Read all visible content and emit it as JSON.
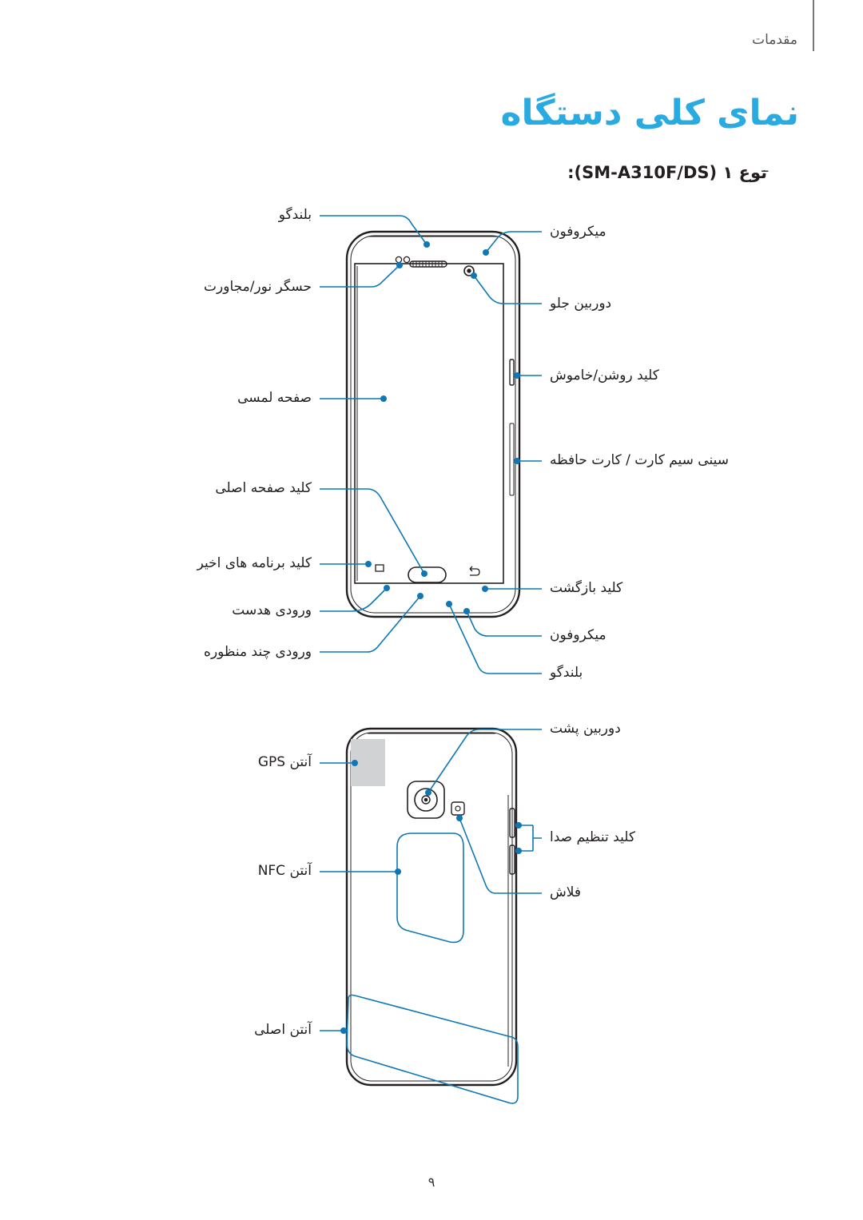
{
  "header": {
    "section": "مقدمات"
  },
  "page_title": "نمای کلی دستگاه",
  "model_heading": "نوع ۱ (SM-A310F/DS):",
  "model_dash": "–",
  "front_labels_left": [
    "بلندگو",
    "حسگر نور/مجاورت",
    "صفحه لمسی",
    "کلید صفحه اصلی",
    "کلید برنامه های اخیر",
    "ورودی هدست",
    "ورودی چند منظوره"
  ],
  "front_labels_right": [
    "میکروفون",
    "دوربین جلو",
    "کلید روشن/خاموش",
    "سینی سیم کارت / کارت حافظه",
    "کلید بازگشت",
    "میکروفون",
    "بلندگو"
  ],
  "back_labels_left": [
    "آنتن GPS",
    "آنتن NFC",
    "آنتن اصلی"
  ],
  "back_labels_right": [
    "دوربین پشت",
    "کلید تنظیم صدا",
    "فلاش"
  ],
  "accent_color": "#0f78b4",
  "title_color": "#29abe2",
  "page_number": "۹"
}
